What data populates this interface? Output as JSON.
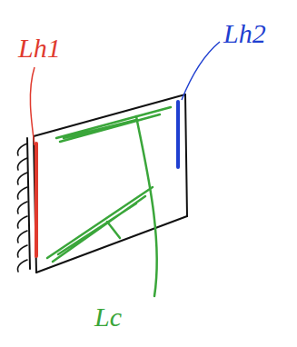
{
  "diagram": {
    "labels": [
      "Lh1",
      "Lh2",
      "Lc"
    ]
  }
}
